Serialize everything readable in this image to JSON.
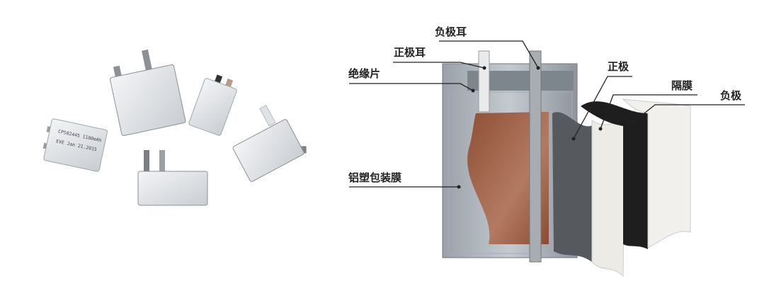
{
  "labels": {
    "negative_tab": "负极耳",
    "positive_tab": "正极耳",
    "insulation_sheet": "绝缘片",
    "aluminum_plastic_film": "铝塑包装膜",
    "positive_electrode": "正极",
    "separator": "隔膜",
    "negative_electrode": "负极"
  },
  "battery_print": {
    "model": "CP502445 1100mAh",
    "date": "EVE Jan 21.2015"
  },
  "colors": {
    "cathode_brown": "#a8664a",
    "case_gray": "#8e959c",
    "anode_black": "#1e1e1e"
  }
}
